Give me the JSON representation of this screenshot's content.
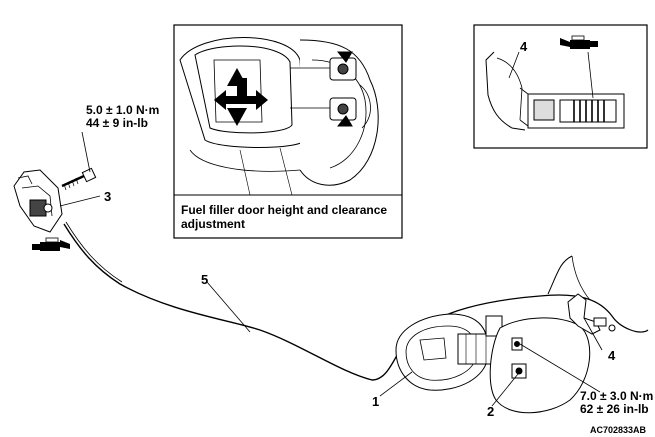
{
  "inset_main": {
    "caption": "Fuel filler door height and clearance adjustment"
  },
  "labels": {
    "callout_1": "1",
    "callout_2": "2",
    "callout_3": "3",
    "callout_4_inset": "4",
    "callout_4": "4",
    "callout_5": "5"
  },
  "torque_top": {
    "line1": "5.0 ± 1.0 N·m",
    "line2": "44 ± 9 in-lb"
  },
  "torque_bottom": {
    "line1": "7.0 ± 3.0 N·m",
    "line2": "62 ± 26 in-lb"
  },
  "figure_code": "AC702833AB",
  "icons": [
    "grease-gun-icon",
    "adjustment-arrows-icon"
  ]
}
